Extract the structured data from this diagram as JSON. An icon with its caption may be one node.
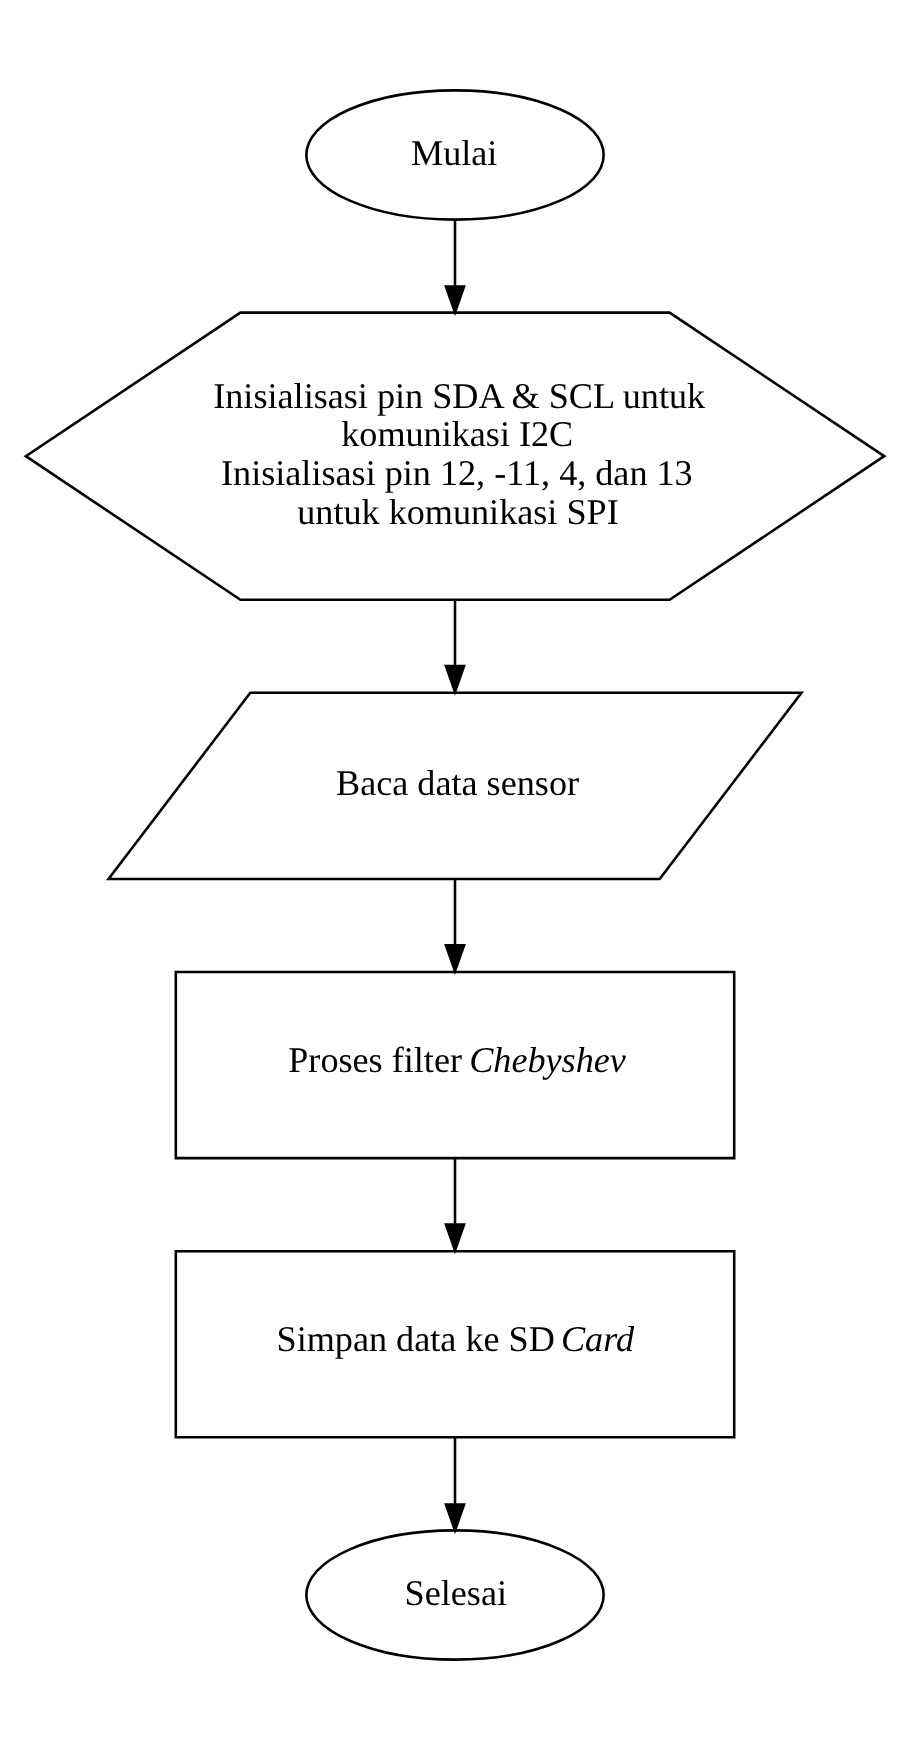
{
  "diagram": {
    "nodes": [
      {
        "text": [
          "Mulai"
        ]
      },
      {
        "text": [
          "Inisialisasi pin SDA & SCL untuk komunikasi I2C",
          "Inisialisasi pin 12, -11, 4, dan 13 untuk komunikasi SPI"
        ]
      },
      {
        "text": [
          "Baca data sensor"
        ]
      },
      {
        "text": [
          "Proses filter *Chebyshev*"
        ]
      },
      {
        "text": [
          "Simpan data ke SD *Card*"
        ]
      },
      {
        "text": [
          "Selesai"
        ]
      }
    ],
    "edges": [
      {
        "from": 0,
        "to": 1,
        "arrow": "to"
      },
      {
        "from": 1,
        "to": 2,
        "arrow": "to"
      },
      {
        "from": 2,
        "to": 3,
        "arrow": "to"
      },
      {
        "from": 3,
        "to": 4,
        "arrow": "to"
      },
      {
        "from": 4,
        "to": 5,
        "arrow": "to"
      }
    ]
  }
}
